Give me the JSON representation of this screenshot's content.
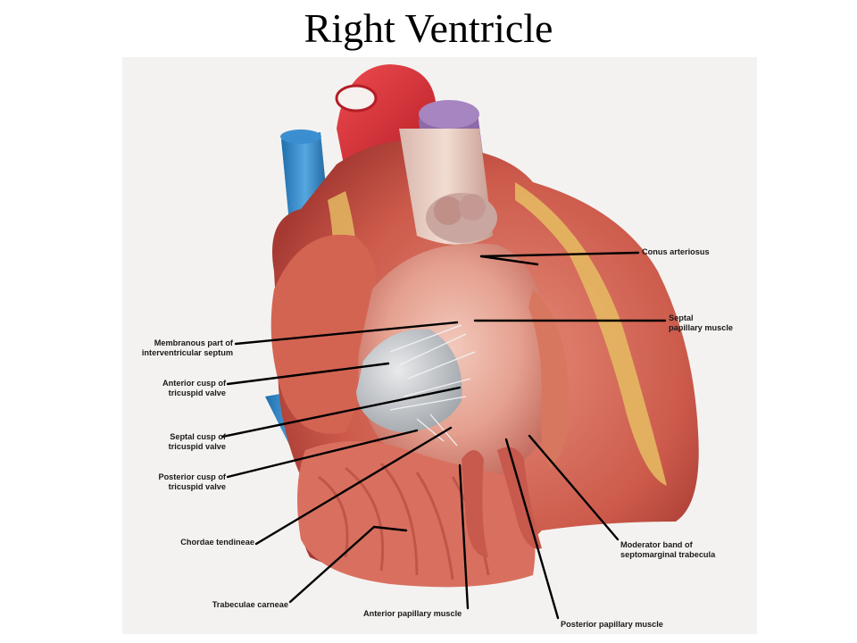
{
  "title": "Right Ventricle",
  "labels": {
    "conus_arteriosus": "Conus arteriosus",
    "septal_papillary_muscle": [
      "Septal",
      "papillary muscle"
    ],
    "membranous_septum": [
      "Membranous part of",
      "interventricular septum"
    ],
    "anterior_cusp": [
      "Anterior cusp of",
      "tricuspid valve"
    ],
    "septal_cusp": [
      "Septal cusp of",
      "tricuspid valve"
    ],
    "posterior_cusp": [
      "Posterior cusp of",
      "tricuspid valve"
    ],
    "chordae_tendineae": "Chordae tendineae",
    "moderator_band": [
      "Moderator band of",
      "septomarginal trabecula"
    ],
    "trabeculae_carneae": "Trabeculae carneae",
    "anterior_papillary_muscle": "Anterior papillary muscle",
    "posterior_papillary_muscle": "Posterior papillary muscle"
  },
  "colors": {
    "aorta": "#d9262c",
    "vena_cava": "#2f86c8",
    "pulmonary_trunk": "#9a6fb0",
    "myocardium": "#c9564a",
    "inner_wall": "#e7a497",
    "fat": "#e3b55a",
    "valve": "#c9ccd0"
  }
}
